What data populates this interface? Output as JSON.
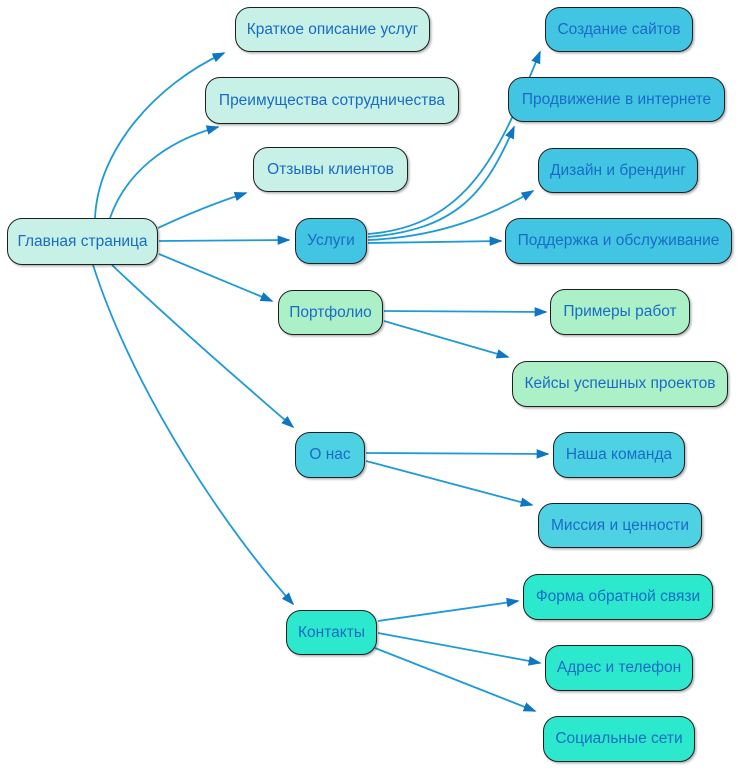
{
  "diagram": {
    "type": "mindmap-flowchart",
    "language": "ru",
    "background": "#ffffff",
    "edge_color": "#1E9AD6",
    "arrowhead_color": "#0E76C4",
    "text_color": "#1A6BC6",
    "node_border_color": "#1f1f1f",
    "group_fills": {
      "overview_pale_cyan": "#C7F0E6",
      "services_cyan": "#42C5E2",
      "portfolio_green": "#ACF0C8",
      "about_cyan": "#4FD1E4",
      "contacts_turquoise": "#2CE9CE"
    },
    "nodes": {
      "main": {
        "label": "Главная страница",
        "fill": "#C7F0E6"
      },
      "kratkoe": {
        "label": "Краткое описание услуг",
        "fill": "#C7F0E6"
      },
      "preimush": {
        "label": "Преимущества сотрудничества",
        "fill": "#C7F0E6"
      },
      "otzyvy": {
        "label": "Отзывы клиентов",
        "fill": "#C7F0E6"
      },
      "uslugi": {
        "label": "Услуги",
        "fill": "#42C5E2"
      },
      "sozdanie": {
        "label": "Создание сайтов",
        "fill": "#42C5E2"
      },
      "prodvizhenie": {
        "label": "Продвижение в интернете",
        "fill": "#42C5E2"
      },
      "dizain": {
        "label": "Дизайн и брендинг",
        "fill": "#42C5E2"
      },
      "podderzhka": {
        "label": "Поддержка и обслуживание",
        "fill": "#42C5E2"
      },
      "portfolio": {
        "label": "Портфолио",
        "fill": "#ACF0C8"
      },
      "primery": {
        "label": "Примеры работ",
        "fill": "#ACF0C8"
      },
      "keisy": {
        "label": "Кейсы успешных проектов",
        "fill": "#ACF0C8"
      },
      "onas": {
        "label": "О нас",
        "fill": "#4FD1E4"
      },
      "komanda": {
        "label": "Наша команда",
        "fill": "#4FD1E4"
      },
      "missiya": {
        "label": "Миссия и ценности",
        "fill": "#4FD1E4"
      },
      "kontakty": {
        "label": "Контакты",
        "fill": "#2CE9CE"
      },
      "forma": {
        "label": "Форма обратной связи",
        "fill": "#2CE9CE"
      },
      "adres": {
        "label": "Адрес и телефон",
        "fill": "#2CE9CE"
      },
      "socseti": {
        "label": "Социальные сети",
        "fill": "#2CE9CE"
      }
    },
    "edges": [
      {
        "from": "main",
        "to": "kratkoe"
      },
      {
        "from": "main",
        "to": "preimush"
      },
      {
        "from": "main",
        "to": "otzyvy"
      },
      {
        "from": "main",
        "to": "uslugi"
      },
      {
        "from": "main",
        "to": "portfolio"
      },
      {
        "from": "main",
        "to": "onas"
      },
      {
        "from": "main",
        "to": "kontakty"
      },
      {
        "from": "uslugi",
        "to": "sozdanie"
      },
      {
        "from": "uslugi",
        "to": "prodvizhenie"
      },
      {
        "from": "uslugi",
        "to": "dizain"
      },
      {
        "from": "uslugi",
        "to": "podderzhka"
      },
      {
        "from": "portfolio",
        "to": "primery"
      },
      {
        "from": "portfolio",
        "to": "keisy"
      },
      {
        "from": "onas",
        "to": "komanda"
      },
      {
        "from": "onas",
        "to": "missiya"
      },
      {
        "from": "kontakty",
        "to": "forma"
      },
      {
        "from": "kontakty",
        "to": "adres"
      },
      {
        "from": "kontakty",
        "to": "socseti"
      }
    ]
  }
}
